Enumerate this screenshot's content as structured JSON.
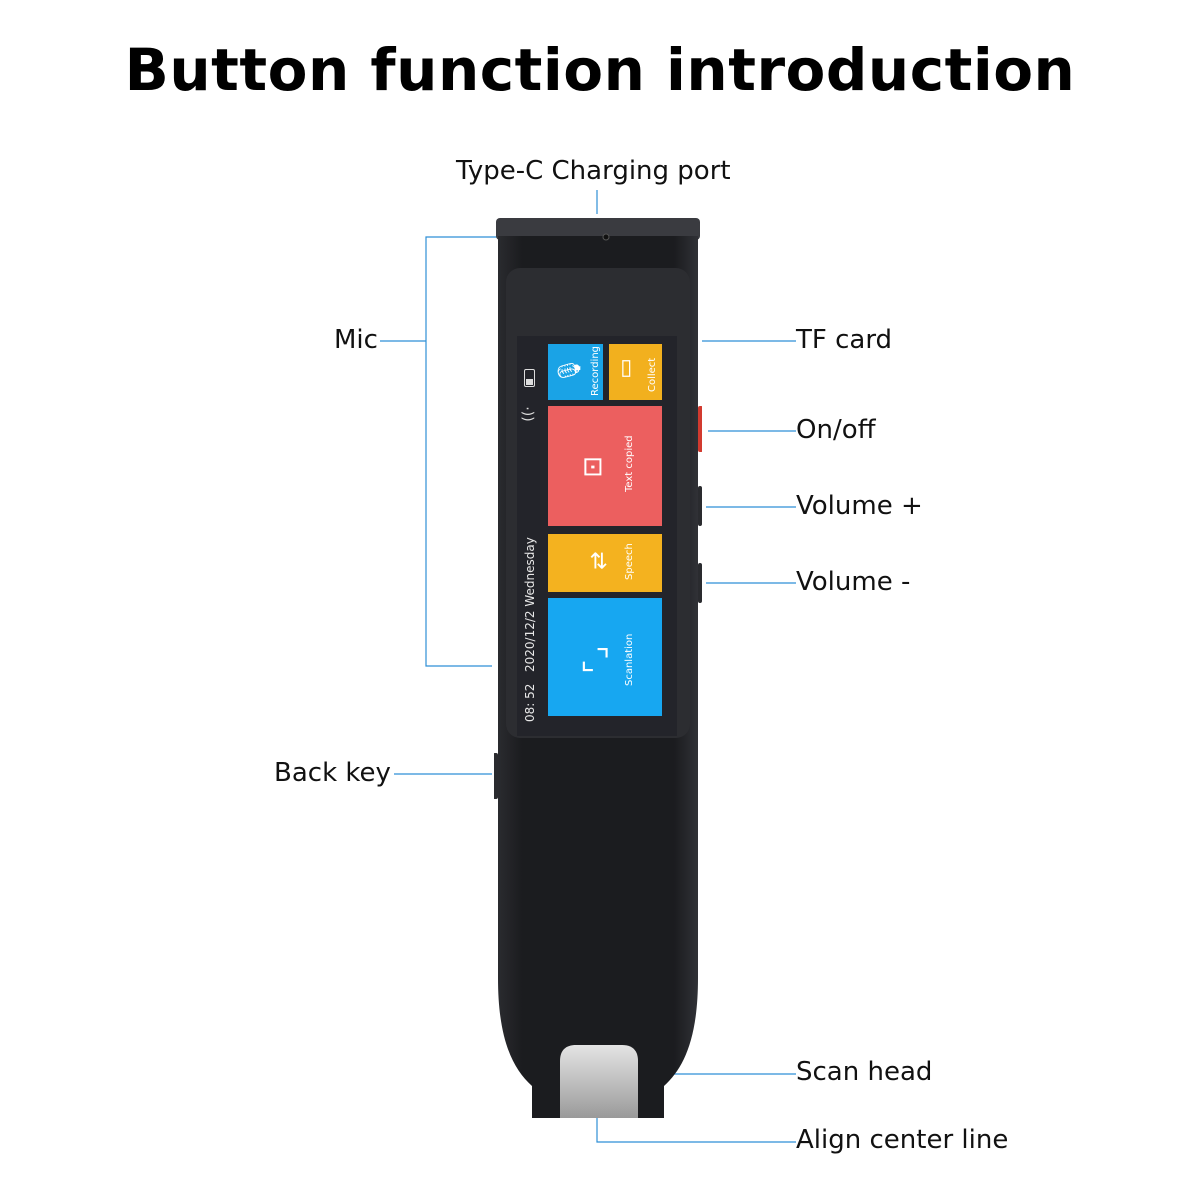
{
  "title": "Button function introduction",
  "labels": {
    "charging_port": "Type-C Charging port",
    "mic": "Mic",
    "tf_card": "TF card",
    "on_off": "On/off",
    "volume_up": "Volume +",
    "volume_down": "Volume -",
    "back_key": "Back key",
    "scan_head": "Scan head",
    "align_center_line": "Align center line"
  },
  "screen": {
    "time": "08: 52",
    "date": "2020/12/2 Wednesday",
    "tiles": [
      {
        "label": "Recording",
        "icon": "microphone-icon",
        "color": "#1aa3e6"
      },
      {
        "label": "Collect",
        "icon": "folder-icon",
        "color": "#f2b01e"
      },
      {
        "label": "Text copied",
        "icon": "text-scan-icon",
        "color": "#ec5f5f"
      },
      {
        "label": "Speech",
        "icon": "translate-icon",
        "color": "#f4b21f"
      },
      {
        "label": "Scanlation",
        "icon": "scan-frame-icon",
        "color": "#17a7f1"
      }
    ]
  },
  "colors": {
    "callout_line": "#2f8fd6",
    "device_body": "#1e1f22",
    "power_button": "#d23a2f"
  }
}
